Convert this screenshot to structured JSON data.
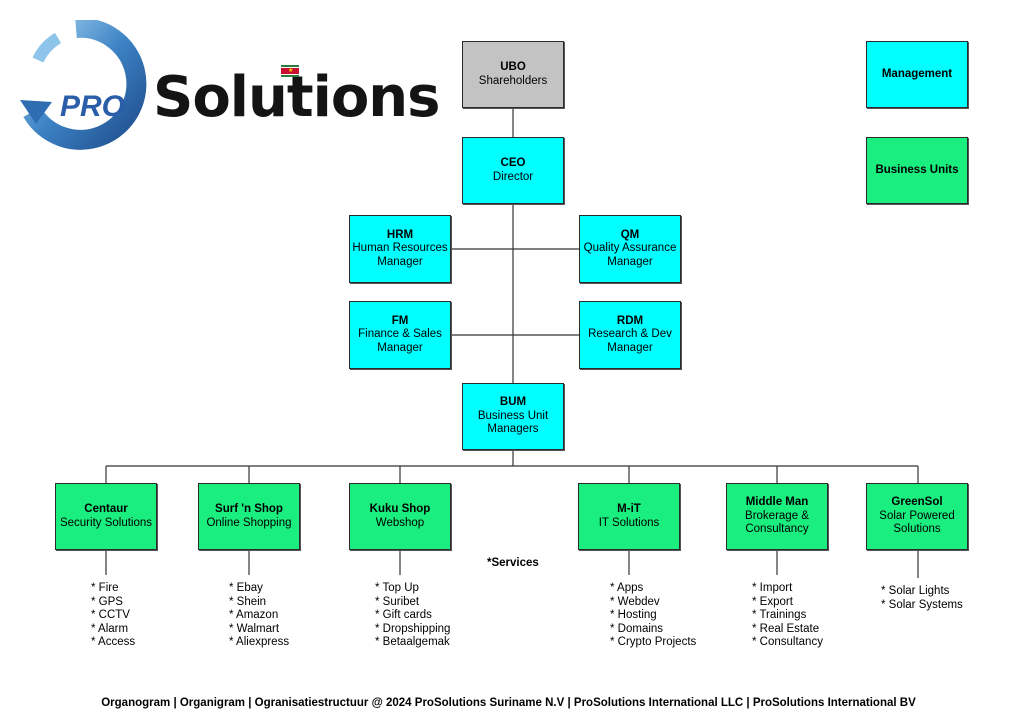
{
  "logo": {
    "prefix": "PRO",
    "word": "Solutions"
  },
  "legend": {
    "management": "Management",
    "business_units": "Business Units"
  },
  "org": {
    "ubo": {
      "title": "UBO",
      "sub": "Shareholders"
    },
    "ceo": {
      "title": "CEO",
      "sub": "Director"
    },
    "hrm": {
      "title": "HRM",
      "sub1": "Human Resources",
      "sub2": "Manager"
    },
    "qm": {
      "title": "QM",
      "sub1": "Quality Assurance",
      "sub2": "Manager"
    },
    "fm": {
      "title": "FM",
      "sub1": "Finance & Sales",
      "sub2": "Manager"
    },
    "rdm": {
      "title": "RDM",
      "sub1": "Research & Dev",
      "sub2": "Manager"
    },
    "bum": {
      "title": "BUM",
      "sub1": "Business Unit",
      "sub2": "Managers"
    }
  },
  "units": [
    {
      "title": "Centaur",
      "sub1": "Security Solutions",
      "sub2": "",
      "services": [
        "* Fire",
        "* GPS",
        "* CCTV",
        "* Alarm",
        "* Access"
      ]
    },
    {
      "title": "Surf 'n Shop",
      "sub1": "Online Shopping",
      "sub2": "",
      "services": [
        "* Ebay",
        "* Shein",
        "* Amazon",
        "* Walmart",
        "* Aliexpress"
      ]
    },
    {
      "title": "Kuku Shop",
      "sub1": "Webshop",
      "sub2": "",
      "services": [
        "* Top Up",
        "* Suribet",
        "* Gift cards",
        "* Dropshipping",
        "* Betaalgemak"
      ]
    },
    {
      "title": "M-iT",
      "sub1": "IT Solutions",
      "sub2": "",
      "services": [
        "* Apps",
        "* Webdev",
        "* Hosting",
        "* Domains",
        "* Crypto Projects"
      ]
    },
    {
      "title": "Middle Man",
      "sub1": "Brokerage &",
      "sub2": "Consultancy",
      "services": [
        "* Import",
        "* Export",
        "* Trainings",
        "* Real Estate",
        "* Consultancy"
      ]
    },
    {
      "title": "GreenSol",
      "sub1": "Solar Powered",
      "sub2": "Solutions",
      "services": [
        "* Solar Lights",
        "* Solar Systems"
      ]
    }
  ],
  "services_label": "*Services",
  "footer": "Organogram | Organigram | Ogranisatiestructuur @ 2024 ProSolutions Suriname N.V | ProSolutions International LLC | ProSolutions International BV",
  "colors": {
    "management": "#00ffff",
    "business_units": "#19ee7e",
    "ubo": "#c3c3c3"
  }
}
